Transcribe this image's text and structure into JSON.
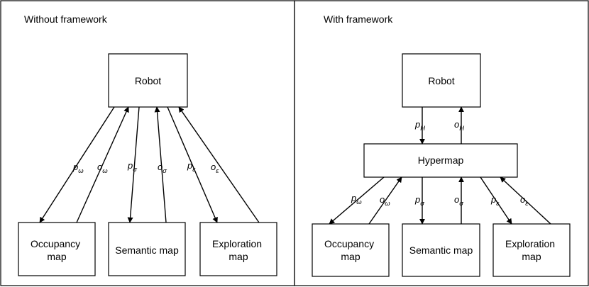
{
  "panels": [
    {
      "title": "Without framework",
      "nodes": {
        "robot": "Robot",
        "occupancy": [
          "Occupancy",
          "map"
        ],
        "semantic": [
          "Semantic map"
        ],
        "exploration": [
          "Exploration",
          "map"
        ]
      },
      "edges": [
        {
          "from": "robot",
          "to": "occupancy",
          "label": "p",
          "sub": "ω"
        },
        {
          "from": "occupancy",
          "to": "robot",
          "label": "o",
          "sub": "ω"
        },
        {
          "from": "robot",
          "to": "semantic",
          "label": "p",
          "sub": "σ"
        },
        {
          "from": "semantic",
          "to": "robot",
          "label": "o",
          "sub": "σ"
        },
        {
          "from": "robot",
          "to": "exploration",
          "label": "p",
          "sub": "ε"
        },
        {
          "from": "exploration",
          "to": "robot",
          "label": "o",
          "sub": "ε"
        }
      ]
    },
    {
      "title": "With framework",
      "nodes": {
        "robot": "Robot",
        "hypermap": "Hypermap",
        "occupancy": [
          "Occupancy",
          "map"
        ],
        "semantic": [
          "Semantic map"
        ],
        "exploration": [
          "Exploration",
          "map"
        ]
      },
      "edges": [
        {
          "from": "robot",
          "to": "hypermap",
          "label": "p",
          "sub": "H"
        },
        {
          "from": "hypermap",
          "to": "robot",
          "label": "o",
          "sub": "H"
        },
        {
          "from": "hypermap",
          "to": "occupancy",
          "label": "p",
          "sub": "ω"
        },
        {
          "from": "occupancy",
          "to": "hypermap",
          "label": "o",
          "sub": "ω"
        },
        {
          "from": "hypermap",
          "to": "semantic",
          "label": "p",
          "sub": "σ"
        },
        {
          "from": "semantic",
          "to": "hypermap",
          "label": "o",
          "sub": "σ"
        },
        {
          "from": "hypermap",
          "to": "exploration",
          "label": "p",
          "sub": "ε"
        },
        {
          "from": "exploration",
          "to": "hypermap",
          "label": "o",
          "sub": "ε"
        }
      ]
    }
  ]
}
